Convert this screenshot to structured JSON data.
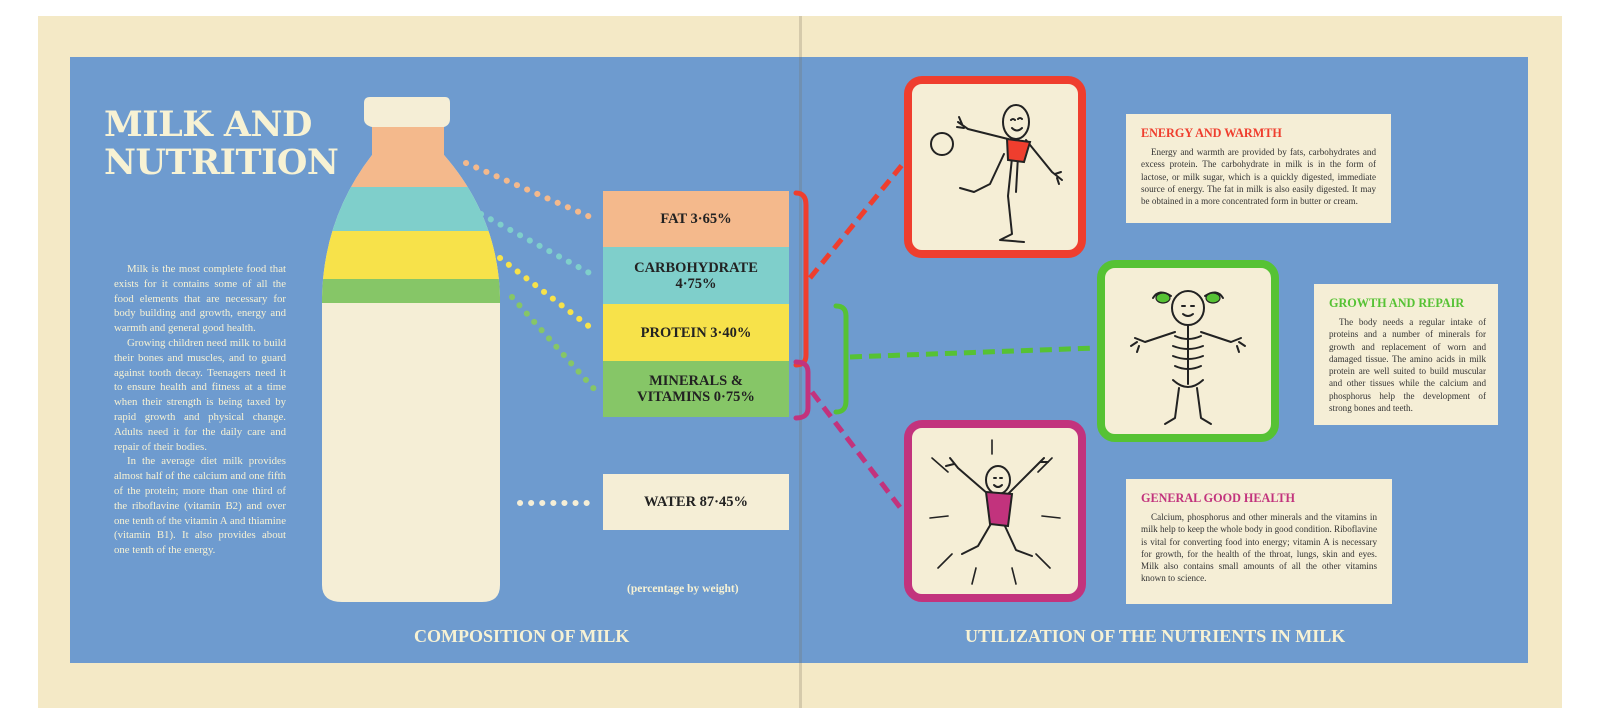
{
  "title_lines": [
    "MILK AND",
    "NUTRITION"
  ],
  "intro_paragraphs": [
    "Milk is the most complete food that exists for it contains some of all the food elements that are necessary for body building and growth, energy and warmth and general good health.",
    "Growing children need milk to build their bones and muscles, and to guard against tooth decay. Teenagers need it to ensure health and fitness at a time when their strength is being taxed by rapid growth and physical change. Adults need it for the daily care and repair of their bodies.",
    "In the average diet milk provides almost half of the calcium and one fifth of the protein; more than one third of the riboflavine (vitamin B2) and over one tenth of the vitamin A and thiamine (vitamin B1). It also provides about one tenth of the energy."
  ],
  "composition": [
    {
      "label_lines": [
        "FAT 3·65%"
      ],
      "color": "#f4b98c"
    },
    {
      "label_lines": [
        "CARBOHYDRATE",
        "4·75%"
      ],
      "color": "#7fcfcb"
    },
    {
      "label_lines": [
        "PROTEIN 3·40%"
      ],
      "color": "#f7e24a"
    },
    {
      "label_lines": [
        "MINERALS &",
        "VITAMINS 0·75%"
      ],
      "color": "#86c667"
    },
    {
      "label_lines": [
        "WATER 87·45%"
      ],
      "color": "#f5eed6"
    }
  ],
  "percentage_note": "(percentage by weight)",
  "footer_left": "COMPOSITION OF MILK",
  "footer_right": "UTILIZATION OF THE NUTRIENTS IN MILK",
  "uses": [
    {
      "title": "ENERGY AND WARMTH",
      "color": "#ef3e2e",
      "text": "Energy and warmth are provided by fats, carbohydrates and excess protein. The carbohydrate in milk is in the form of lactose, or milk sugar, which is a quickly digested, immediate source of energy. The fat in milk is also easily digested. It may be obtained in a more concentrated form in butter or cream.",
      "figure_icon": "kicking-ball-figure-icon"
    },
    {
      "title": "GROWTH AND REPAIR",
      "color": "#56c234",
      "text": "The body needs a regular intake of proteins and a number of minerals for growth and replacement of worn and damaged tissue. The amino acids in milk protein are well suited to build muscular and other tissues while the calcium and phosphorus help the development of strong bones and teeth.",
      "figure_icon": "skeleton-girl-icon"
    },
    {
      "title": "GENERAL GOOD HEALTH",
      "color": "#c2337d",
      "text": "Calcium, phosphorus and other minerals and the vitamins in milk help to keep the whole body in good condition. Riboflavine is vital for converting food into energy; vitamin A is necessary for growth, for the health of the throat, lungs, skin and eyes. Milk also contains small amounts of all the other vitamins known to science.",
      "figure_icon": "jumping-figure-icon"
    }
  ],
  "colors": {
    "panel_blue": "#6e9bcf",
    "cream": "#f4e9c6",
    "title_cream": "#f7f2d4"
  }
}
